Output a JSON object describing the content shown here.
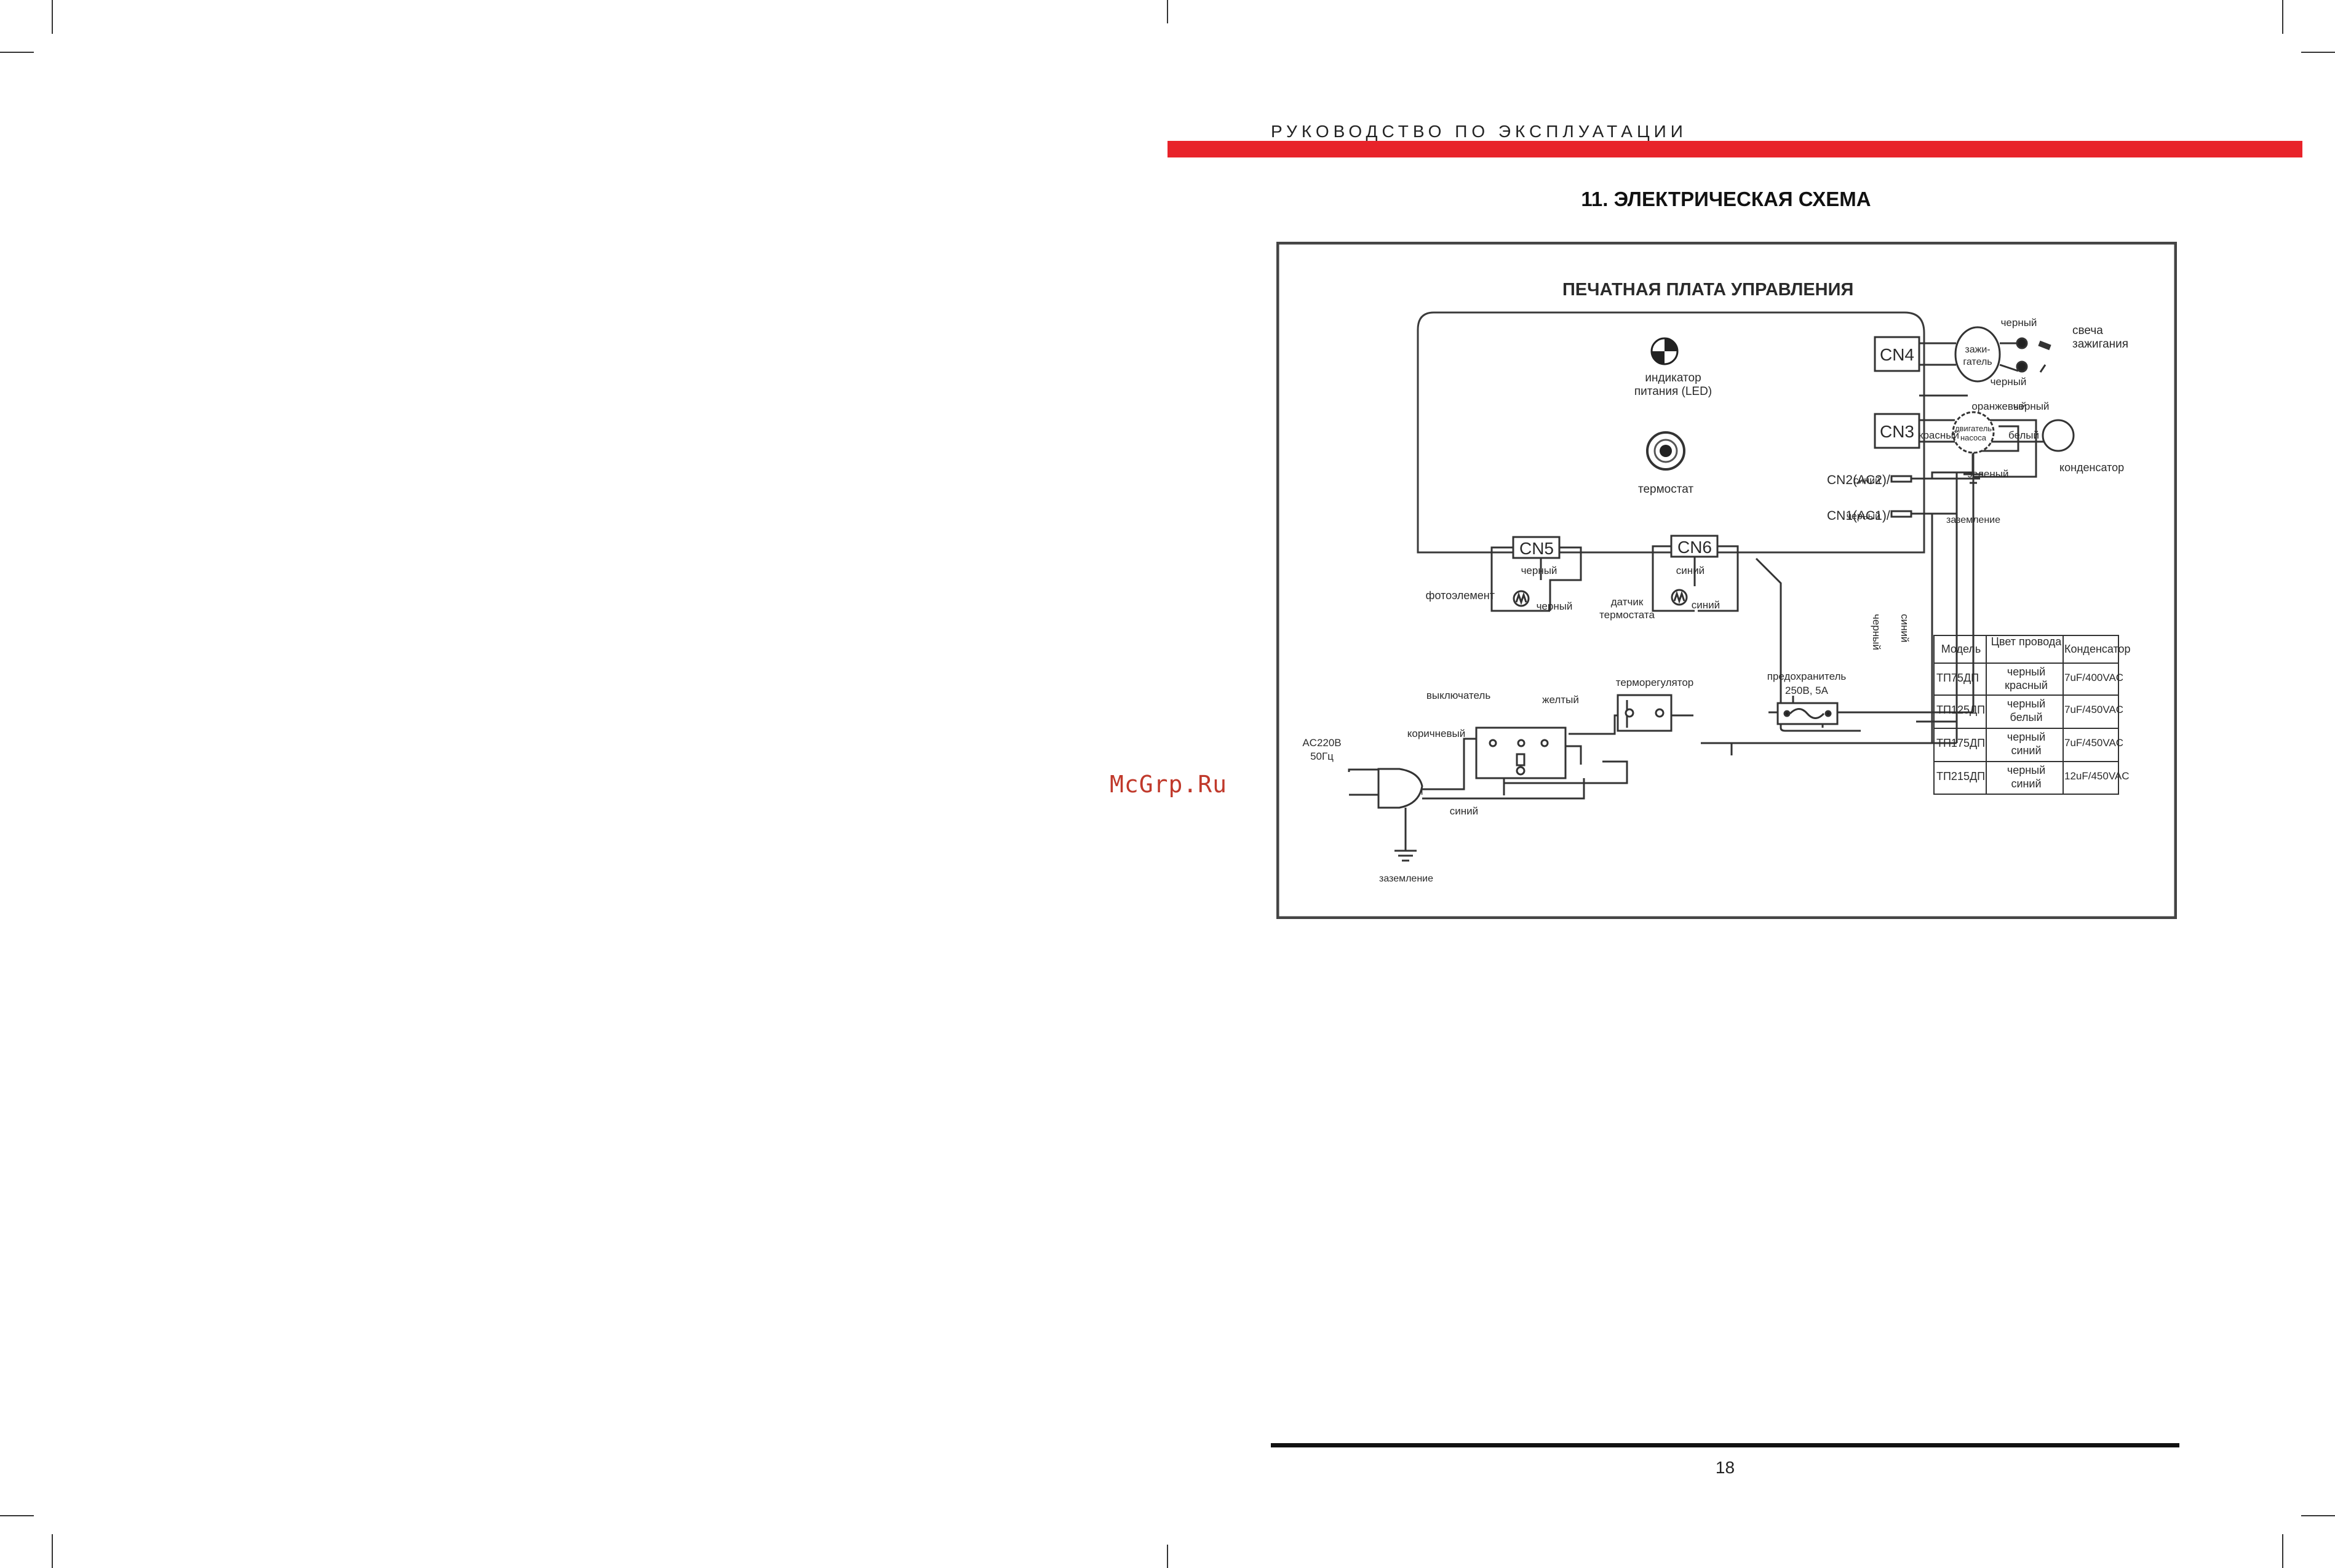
{
  "header": {
    "running_title": "РУКОВОДСТВО ПО ЭКСПЛУАТАЦИИ",
    "accent_color": "#e8232a"
  },
  "section": {
    "title": "11. ЭЛЕКТРИЧЕСКАЯ СХЕМА"
  },
  "watermark": "McGrp.Ru",
  "diagram": {
    "board_title": "ПЕЧАТНАЯ ПЛАТА УПРАВЛЕНИЯ",
    "led_label_1": "индикатор",
    "led_label_2": "питания (LED)",
    "thermostat_label": "термостат",
    "connectors": {
      "cn4": "CN4",
      "cn3": "CN3",
      "cn5": "CN5",
      "cn6": "CN6",
      "cn2": "CN2(AC2)/",
      "cn1": "CN1(AC1)/"
    },
    "igniter_1": "зажи-",
    "igniter_2": "гатель",
    "spark_plug_1": "свеча",
    "spark_plug_2": "зажигания",
    "pump_motor_1": "двигатель",
    "pump_motor_2": "насоса",
    "capacitor": "конденсатор",
    "ground": "заземление",
    "photocell": "фотоэлемент",
    "thermo_sensor_1": "датчик",
    "thermo_sensor_2": "термостата",
    "thermoregulator": "терморегулятор",
    "fuse_1": "предохранитель",
    "fuse_2": "250В, 5А",
    "switch": "выключатель",
    "power_1": "AC220B",
    "power_2": "50Гц",
    "wires": {
      "black": "черный",
      "blue": "синий",
      "orange": "оранжевый",
      "red": "красный",
      "white": "белый",
      "green": "зеленый",
      "yellow": "желтый",
      "brown": "коричневый"
    },
    "table": {
      "headers": [
        "Модель",
        "Цвет провода",
        "Конденсатор"
      ],
      "rows": [
        {
          "model": "ТП75ДП",
          "wire_1": "черный",
          "wire_2": "красный",
          "capacitor": "7uF/400VAC"
        },
        {
          "model": "ТП125ДП",
          "wire_1": "черный",
          "wire_2": "белый",
          "capacitor": "7uF/450VAC"
        },
        {
          "model": "ТП175ДП",
          "wire_1": "черный",
          "wire_2": "синий",
          "capacitor": "7uF/450VAC"
        },
        {
          "model": "ТП215ДП",
          "wire_1": "черный",
          "wire_2": "синий",
          "capacitor": "12uF/450VAC"
        }
      ]
    }
  },
  "footer": {
    "page_number": "18"
  }
}
